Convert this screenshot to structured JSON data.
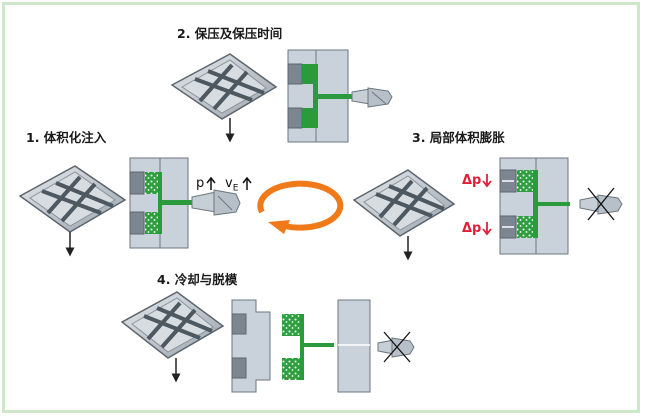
{
  "steps": [
    {
      "title": "1. 体积化注入"
    },
    {
      "title": "2. 保压及保压时间"
    },
    {
      "title": "3. 局部体积膨胀"
    },
    {
      "title": "4. 冷却与脱模"
    }
  ],
  "labels": {
    "pressure": "p",
    "velocity": "v",
    "velocity_sub": "E",
    "delta_p_top": "Δp",
    "delta_p_bottom": "Δp"
  },
  "colors": {
    "frame": "#cfe7c9",
    "mold": "#c9d2da",
    "mold_stroke": "#6c7780",
    "green": "#2a9a3c",
    "foam": "#40b050",
    "cycle_arrow": "#f07a1a",
    "red": "#e0203a"
  }
}
